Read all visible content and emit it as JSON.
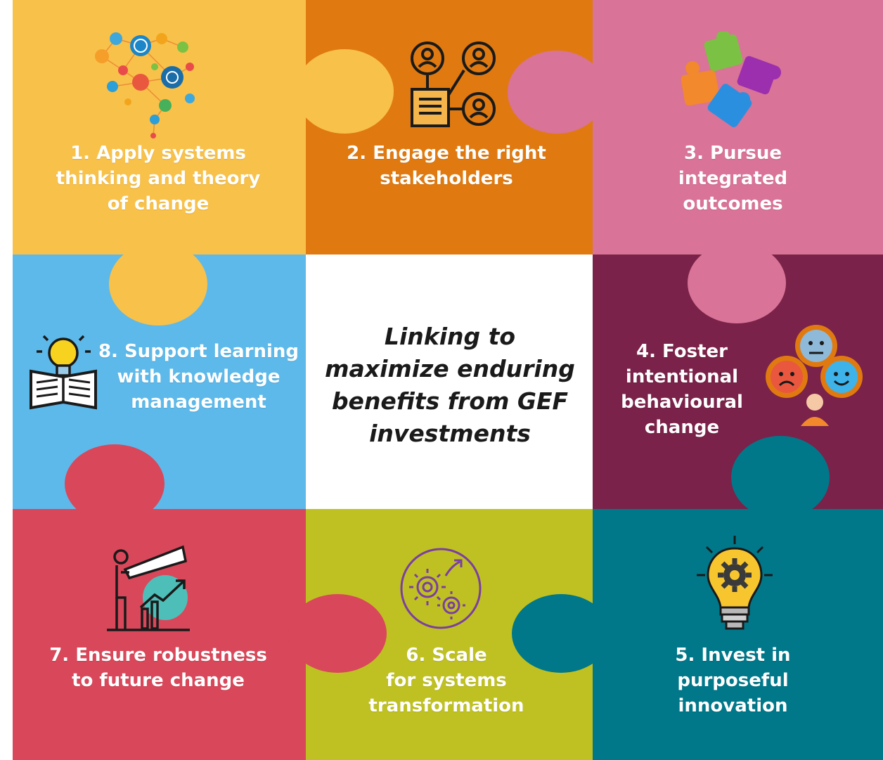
{
  "center": {
    "title": "Linking to\nmaximize enduring\nbenefits from GEF\ninvestments"
  },
  "tiles": [
    {
      "id": "1",
      "label": "1. Apply systems\nthinking and theory\nof change",
      "color": "#F8C14A",
      "icon": "brain-network-icon"
    },
    {
      "id": "2",
      "label": "2. Engage the right\nstakeholders",
      "color": "#E07A10",
      "icon": "stakeholders-network-icon"
    },
    {
      "id": "3",
      "label": "3. Pursue\nintegrated\noutcomes",
      "color": "#D97397",
      "icon": "puzzle-pieces-icon"
    },
    {
      "id": "4",
      "label": "4. Foster\nintentional\nbehavioural\nchange",
      "color": "#7A2249",
      "icon": "emotion-faces-icon"
    },
    {
      "id": "5",
      "label": "5. Invest in\npurposeful\ninnovation",
      "color": "#00788A",
      "icon": "lightbulb-gear-icon"
    },
    {
      "id": "6",
      "label": "6. Scale\nfor systems\ntransformation",
      "color": "#BFC122",
      "icon": "gears-scaling-icon"
    },
    {
      "id": "7",
      "label": "7. Ensure robustness\nto future change",
      "color": "#D9475A",
      "icon": "telescope-growth-icon"
    },
    {
      "id": "8",
      "label": "8. Support learning\nwith knowledge\nmanagement",
      "color": "#5DB9EA",
      "icon": "book-lightbulb-icon"
    }
  ],
  "colors": {
    "center": "#FFFFFF",
    "text": "#FFFFFF",
    "title": "#1A1A1A"
  }
}
